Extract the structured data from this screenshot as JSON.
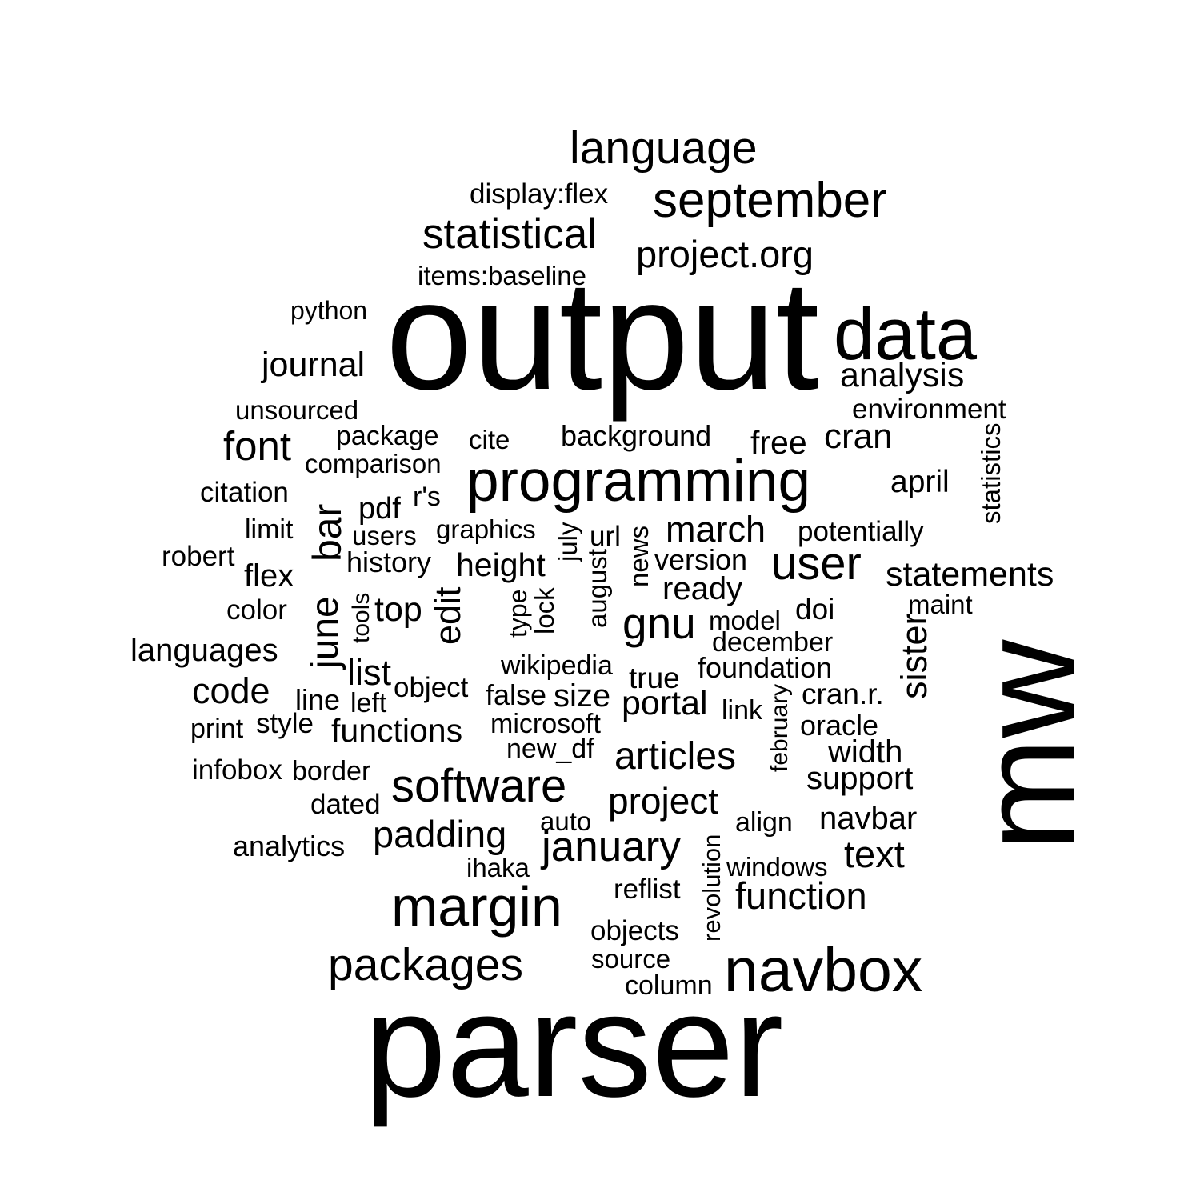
{
  "text_color": "#000000",
  "background_color": "#ffffff",
  "words": [
    {
      "text": "parser",
      "rotated": false
    },
    {
      "text": "output",
      "rotated": false
    },
    {
      "text": "mw",
      "rotated": true
    },
    {
      "text": "navbox",
      "rotated": false
    },
    {
      "text": "data",
      "rotated": false
    },
    {
      "text": "programming",
      "rotated": false
    },
    {
      "text": "margin",
      "rotated": false
    },
    {
      "text": "september",
      "rotated": false
    },
    {
      "text": "language",
      "rotated": false
    },
    {
      "text": "statistical",
      "rotated": false
    },
    {
      "text": "software",
      "rotated": false
    },
    {
      "text": "packages",
      "rotated": false
    },
    {
      "text": "user",
      "rotated": false
    },
    {
      "text": "gnu",
      "rotated": false
    },
    {
      "text": "january",
      "rotated": false
    },
    {
      "text": "analysis",
      "rotated": false
    },
    {
      "text": "project.org",
      "rotated": false
    },
    {
      "text": "bar",
      "rotated": true
    },
    {
      "text": "june",
      "rotated": true
    },
    {
      "text": "edit",
      "rotated": true
    },
    {
      "text": "sister",
      "rotated": true
    },
    {
      "text": "articles",
      "rotated": false
    },
    {
      "text": "project",
      "rotated": false
    },
    {
      "text": "function",
      "rotated": false
    },
    {
      "text": "font",
      "rotated": false
    },
    {
      "text": "journal",
      "rotated": false
    },
    {
      "text": "cran",
      "rotated": false
    },
    {
      "text": "march",
      "rotated": false
    },
    {
      "text": "statements",
      "rotated": false
    },
    {
      "text": "padding",
      "rotated": false
    },
    {
      "text": "code",
      "rotated": false
    },
    {
      "text": "functions",
      "rotated": false
    },
    {
      "text": "languages",
      "rotated": false
    },
    {
      "text": "portal",
      "rotated": false
    },
    {
      "text": "text",
      "rotated": false
    },
    {
      "text": "support",
      "rotated": false
    },
    {
      "text": "navbar",
      "rotated": false
    },
    {
      "text": "top",
      "rotated": false
    },
    {
      "text": "height",
      "rotated": false
    },
    {
      "text": "list",
      "rotated": false
    },
    {
      "text": "pdf",
      "rotated": false
    },
    {
      "text": "free",
      "rotated": false
    },
    {
      "text": "april",
      "rotated": false
    },
    {
      "text": "width",
      "rotated": false
    },
    {
      "text": "size",
      "rotated": false
    },
    {
      "text": "flex",
      "rotated": false
    },
    {
      "text": "background",
      "rotated": false
    },
    {
      "text": "package",
      "rotated": false
    },
    {
      "text": "history",
      "rotated": false
    },
    {
      "text": "ready",
      "rotated": false
    },
    {
      "text": "cran.r.",
      "rotated": false
    },
    {
      "text": "display:flex",
      "rotated": false
    },
    {
      "text": "items:baseline",
      "rotated": false
    },
    {
      "text": "python",
      "rotated": false
    },
    {
      "text": "unsourced",
      "rotated": false
    },
    {
      "text": "environment",
      "rotated": false
    },
    {
      "text": "cite",
      "rotated": false
    },
    {
      "text": "comparison",
      "rotated": false
    },
    {
      "text": "citation",
      "rotated": false
    },
    {
      "text": "r's",
      "rotated": false
    },
    {
      "text": "statistics",
      "rotated": true
    },
    {
      "text": "limit",
      "rotated": false
    },
    {
      "text": "users",
      "rotated": false
    },
    {
      "text": "graphics",
      "rotated": false
    },
    {
      "text": "url",
      "rotated": false
    },
    {
      "text": "potentially",
      "rotated": false
    },
    {
      "text": "robert",
      "rotated": false
    },
    {
      "text": "version",
      "rotated": false
    },
    {
      "text": "july",
      "rotated": true
    },
    {
      "text": "august",
      "rotated": true
    },
    {
      "text": "news",
      "rotated": true
    },
    {
      "text": "maint",
      "rotated": false
    },
    {
      "text": "color",
      "rotated": false
    },
    {
      "text": "tools",
      "rotated": true
    },
    {
      "text": "type",
      "rotated": true
    },
    {
      "text": "lock",
      "rotated": true
    },
    {
      "text": "doi",
      "rotated": false
    },
    {
      "text": "model",
      "rotated": false
    },
    {
      "text": "december",
      "rotated": false
    },
    {
      "text": "wikipedia",
      "rotated": false
    },
    {
      "text": "foundation",
      "rotated": false
    },
    {
      "text": "true",
      "rotated": false
    },
    {
      "text": "object",
      "rotated": false
    },
    {
      "text": "false",
      "rotated": false
    },
    {
      "text": "line",
      "rotated": false
    },
    {
      "text": "left",
      "rotated": false
    },
    {
      "text": "link",
      "rotated": false
    },
    {
      "text": "february",
      "rotated": true
    },
    {
      "text": "print",
      "rotated": false
    },
    {
      "text": "style",
      "rotated": false
    },
    {
      "text": "microsoft",
      "rotated": false
    },
    {
      "text": "oracle",
      "rotated": false
    },
    {
      "text": "new_df",
      "rotated": false
    },
    {
      "text": "infobox",
      "rotated": false
    },
    {
      "text": "border",
      "rotated": false
    },
    {
      "text": "dated",
      "rotated": false
    },
    {
      "text": "auto",
      "rotated": false
    },
    {
      "text": "align",
      "rotated": false
    },
    {
      "text": "analytics",
      "rotated": false
    },
    {
      "text": "ihaka",
      "rotated": false
    },
    {
      "text": "windows",
      "rotated": false
    },
    {
      "text": "revolution",
      "rotated": true
    },
    {
      "text": "reflist",
      "rotated": false
    },
    {
      "text": "objects",
      "rotated": false
    },
    {
      "text": "source",
      "rotated": false
    },
    {
      "text": "column",
      "rotated": false
    }
  ]
}
